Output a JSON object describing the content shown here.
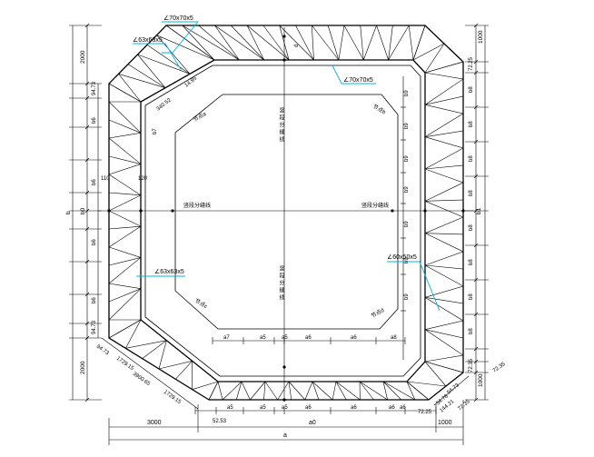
{
  "labels": {
    "top_angle": "∠70x70x5",
    "top_left_angle": "∠63x63x5",
    "inner_angle": "∠70x70x5",
    "right_angle": "∠60x50x5",
    "left_angle": "∠63x63x5",
    "cut_a": "14.95",
    "cut_b": "340.52",
    "corner_b7": "b7",
    "left_110": "110",
    "left_120": "120",
    "vertical_joint": "竖段分缝线",
    "horizontal_joint": "竖段分缝线",
    "d_top": "d",
    "corner_tl": "节点a",
    "corner_tr": "节点b",
    "corner_bl": "节点c",
    "corner_br": "节点d",
    "v_left": "b",
    "v_right": "b1",
    "v_top_left": "2000",
    "v_bottom_left": "2000",
    "v_top_right": "1000",
    "v_bottom_right": "1000",
    "h_bottom_left": "3000",
    "h_bottom_right": "1000",
    "h_a0": "a0",
    "h_a": "a",
    "h_52": "52.53",
    "h_72_25": "72.25",
    "left_b0": "b0",
    "right_72_25": "72.25",
    "right_72_35": "72.35",
    "diag_1729": "1729.15",
    "diag_3900": "3900.65",
    "diag_1729b": "1729.15",
    "diag_5": "94.73",
    "diag_5b": "94.73",
    "br_1": "54.78",
    "br_2": "54.73",
    "br_3": "144.21",
    "br_4": "72.35"
  },
  "left_dims": [
    "b6",
    "b6",
    "b6",
    "b6",
    "b6",
    "b6"
  ],
  "right_dims": [
    "b8",
    "b8",
    "b8",
    "b8",
    "b8",
    "b8",
    "b8",
    "b8",
    "b8"
  ],
  "inner_right_dims": [
    "b9",
    "b9",
    "b9",
    "b9",
    "b9",
    "b9",
    "b9"
  ],
  "inner_bottom_dims": [
    "a7",
    "a5",
    "a5",
    "a6",
    "a6",
    "a8"
  ],
  "outer_bottom_dims": [
    "a5",
    "a5",
    "a5",
    "a6",
    "a6",
    "a6",
    "a6"
  ],
  "colors": {
    "line": "#000000",
    "callout": "#00b4e6"
  }
}
